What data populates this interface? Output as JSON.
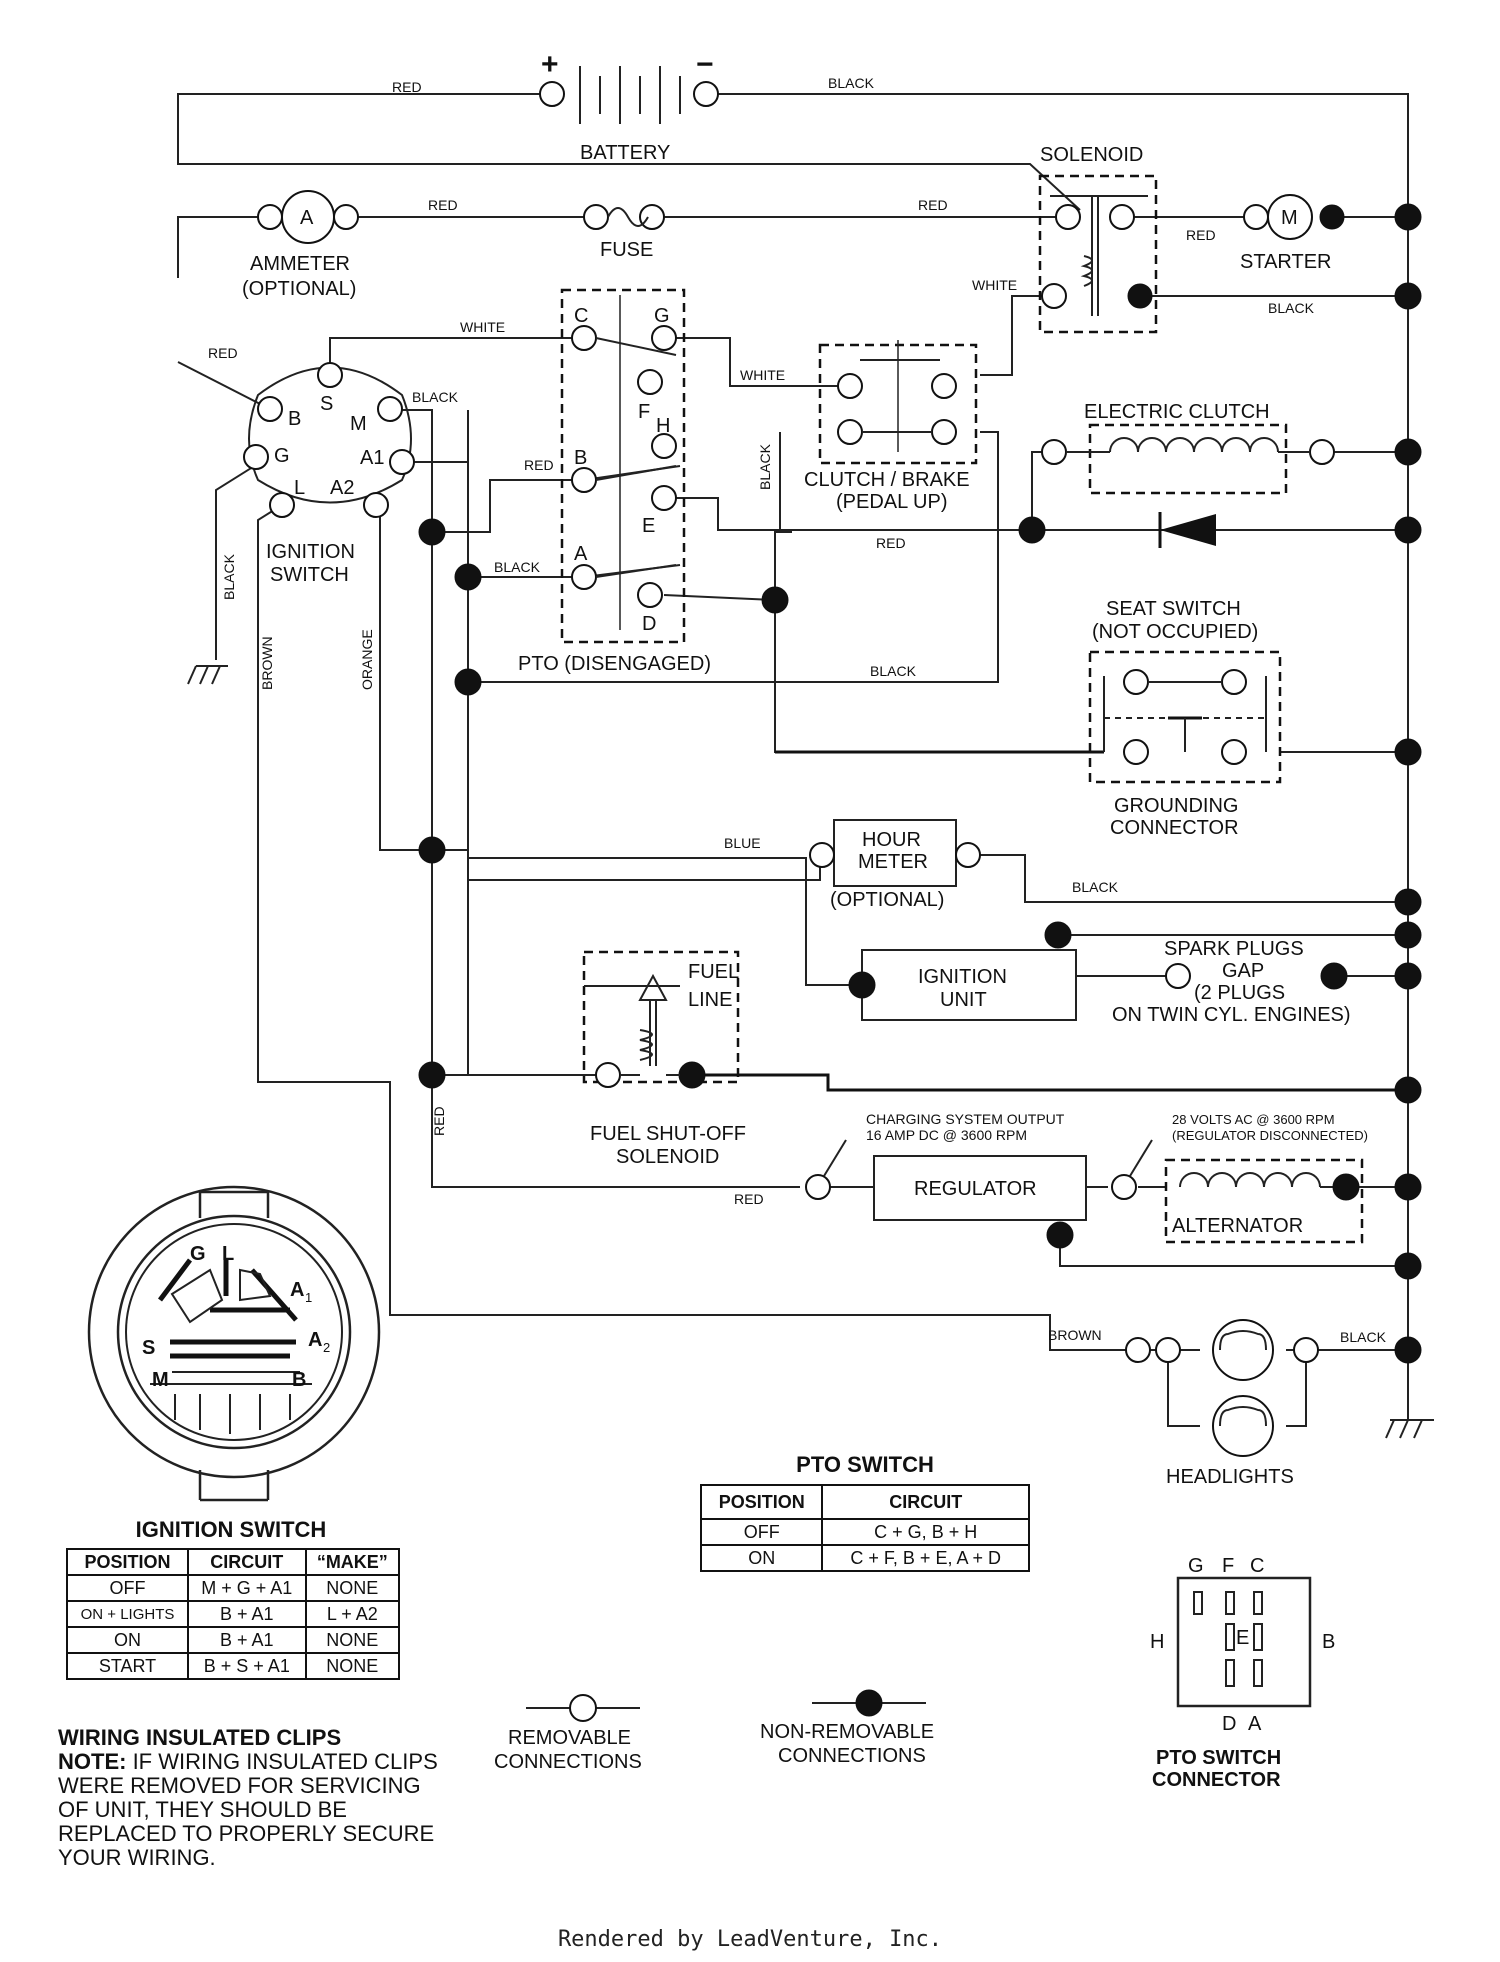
{
  "labels": {
    "battery": "BATTERY",
    "battery_plus": "+",
    "battery_minus": "−",
    "solenoid": "SOLENOID",
    "ammeter_letter": "A",
    "ammeter": "AMMETER",
    "ammeter_optional": "(OPTIONAL)",
    "fuse": "FUSE",
    "starter_letter": "M",
    "starter": "STARTER",
    "ignition_switch": [
      "IGNITION",
      "SWITCH"
    ],
    "electric_clutch": "ELECTRIC CLUTCH",
    "clutch_brake": [
      "CLUTCH / BRAKE",
      "(PEDAL UP)"
    ],
    "pto_disengaged": "PTO (DISENGAGED)",
    "seat_switch": [
      "SEAT SWITCH",
      "(NOT OCCUPIED)"
    ],
    "grounding_connector": [
      "GROUNDING",
      "CONNECTOR"
    ],
    "hour_meter": [
      "HOUR",
      "METER"
    ],
    "hour_meter_optional": "(OPTIONAL)",
    "ignition_unit": [
      "IGNITION",
      "UNIT"
    ],
    "spark_plugs": [
      "SPARK PLUGS",
      "GAP",
      "(2 PLUGS",
      "ON TWIN CYL. ENGINES)"
    ],
    "fuel_line": [
      "FUEL",
      "LINE"
    ],
    "fuel_solenoid": [
      "FUEL SHUT-OFF",
      "SOLENOID"
    ],
    "charging_output": [
      "CHARGING SYSTEM OUTPUT",
      "16 AMP DC @ 3600 RPM"
    ],
    "ac_output": [
      "28 VOLTS AC @ 3600 RPM",
      "(REGULATOR DISCONNECTED)"
    ],
    "regulator": "REGULATOR",
    "alternator": "ALTERNATOR",
    "headlights": "HEADLIGHTS",
    "removable": [
      "REMOVABLE",
      "CONNECTIONS"
    ],
    "non_removable": [
      "NON-REMOVABLE",
      "CONNECTIONS"
    ],
    "pto_connector_title": [
      "PTO SWITCH",
      "CONNECTOR"
    ],
    "ign_terminals": {
      "B": "B",
      "S": "S",
      "M": "M",
      "G": "G",
      "L": "L",
      "A1": "A1",
      "A2": "A2"
    },
    "pto_terminals": {
      "C": "C",
      "G": "G",
      "F": "F",
      "H": "H",
      "B": "B",
      "E": "E",
      "A": "A",
      "D": "D"
    },
    "pto_pins": {
      "G": "G",
      "F": "F",
      "C": "C",
      "H": "H",
      "E": "E",
      "B": "B",
      "D": "D",
      "A": "A"
    },
    "face_letters": {
      "G": "G",
      "L": "L",
      "A1": "A",
      "A1s": "1",
      "A2": "A",
      "A2s": "2",
      "S": "S",
      "M": "M",
      "B": "B"
    }
  },
  "wires": {
    "red": "RED",
    "black": "BLACK",
    "white": "WHITE",
    "brown": "BROWN",
    "orange": "ORANGE",
    "blue": "BLUE"
  },
  "ignition_table": {
    "title": "IGNITION SWITCH",
    "headers": [
      "POSITION",
      "CIRCUIT",
      "“MAKE”"
    ],
    "rows": [
      [
        "OFF",
        "M + G + A1",
        "NONE"
      ],
      [
        "ON + LIGHTS",
        "B + A1",
        "L + A2"
      ],
      [
        "ON",
        "B + A1",
        "NONE"
      ],
      [
        "START",
        "B + S + A1",
        "NONE"
      ]
    ]
  },
  "pto_table": {
    "title": "PTO SWITCH",
    "headers": [
      "POSITION",
      "CIRCUIT"
    ],
    "rows": [
      [
        "OFF",
        "C + G, B + H"
      ],
      [
        "ON",
        "C + F, B + E, A + D"
      ]
    ]
  },
  "note": {
    "heading": "WIRING INSULATED CLIPS",
    "lead": "NOTE:",
    "text": " IF WIRING INSULATED CLIPS WERE REMOVED FOR SERVICING OF UNIT, THEY SHOULD BE REPLACED TO PROPERLY SECURE YOUR WIRING."
  },
  "footer": "Rendered by LeadVenture, Inc."
}
